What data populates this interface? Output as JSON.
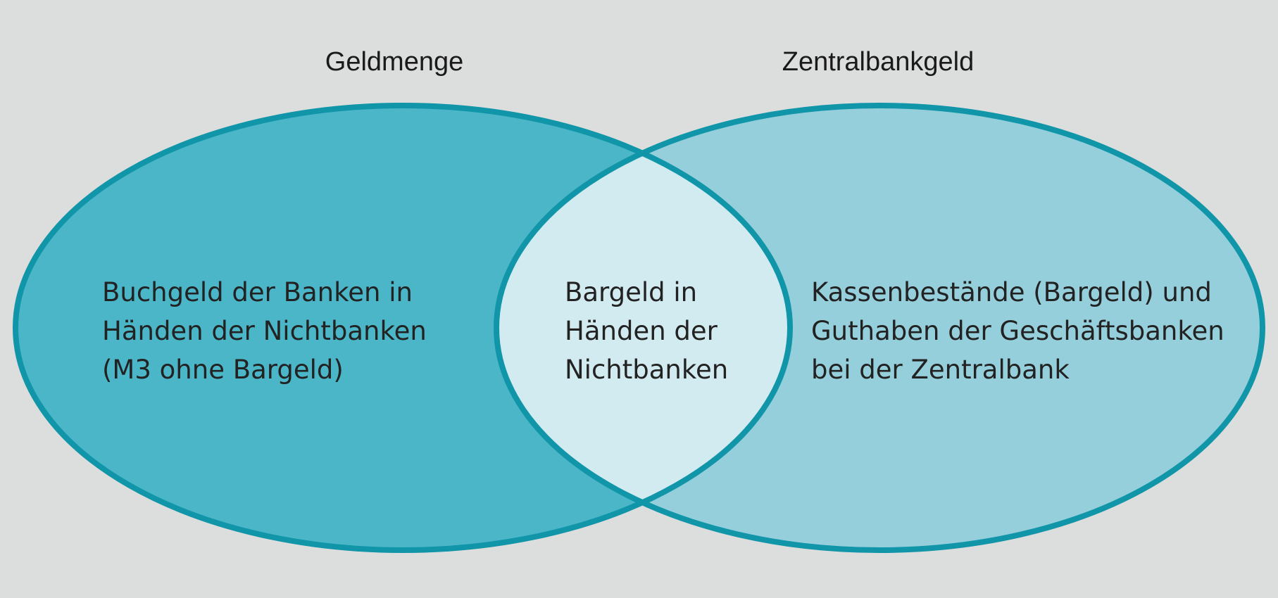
{
  "colors": {
    "background": "#dcdedd",
    "outline": "#1195a9",
    "left_fill": "#4ab6c8",
    "right_fill": "#95cfdb",
    "intersection_fill": "#d2ebf0",
    "text": "#222222"
  },
  "sets": {
    "left": {
      "title": "Geldmenge",
      "lines": [
        "Buchgeld der Banken in",
        "Händen der Nichtbanken",
        "(M3 ohne Bargeld)"
      ]
    },
    "right": {
      "title": "Zentralbankgeld",
      "lines": [
        "Kassenbestände (Bargeld) und",
        "Guthaben der Geschäftsbanken",
        "bei der Zentralbank"
      ]
    },
    "intersection": {
      "lines": [
        "Bargeld in",
        "Händen der",
        "Nichtbanken"
      ]
    }
  }
}
